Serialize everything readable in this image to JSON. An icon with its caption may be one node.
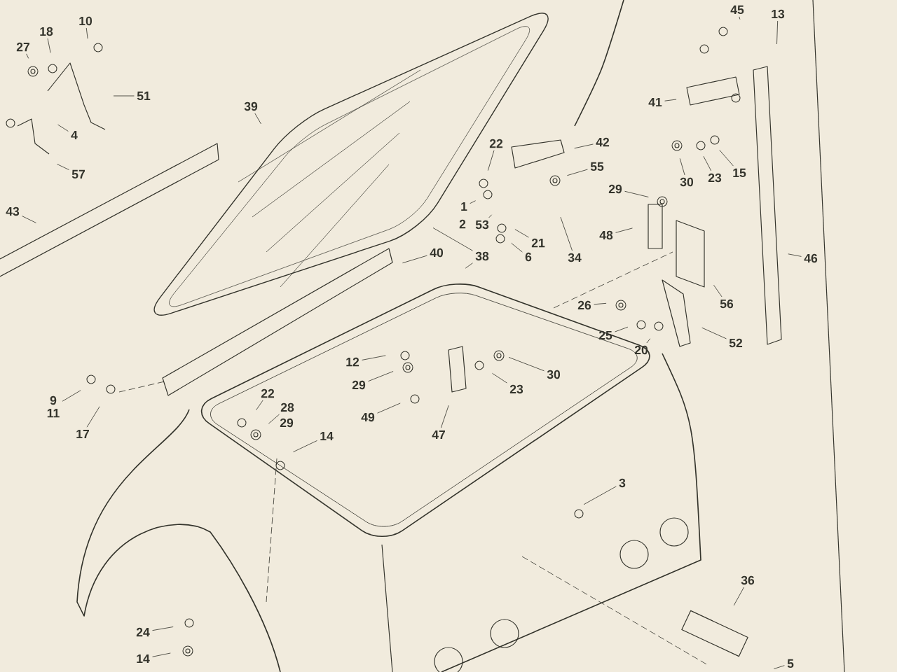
{
  "diagram": {
    "nodes": [
      {
        "text": [
          "27"
        ]
      },
      {
        "text": [
          "18"
        ]
      },
      {
        "text": [
          "10"
        ]
      },
      {
        "text": [
          "51"
        ]
      },
      {
        "text": [
          "4"
        ]
      },
      {
        "text": [
          "57"
        ]
      },
      {
        "text": [
          "43"
        ]
      },
      {
        "text": [
          "39"
        ]
      },
      {
        "text": [
          "22"
        ]
      },
      {
        "text": [
          "42"
        ]
      },
      {
        "text": [
          "55"
        ]
      },
      {
        "text": [
          "41"
        ]
      },
      {
        "text": [
          "45"
        ]
      },
      {
        "text": [
          "13"
        ]
      },
      {
        "text": [
          "30"
        ]
      },
      {
        "text": [
          "23"
        ]
      },
      {
        "text": [
          "15"
        ]
      },
      {
        "text": [
          "29"
        ]
      },
      {
        "text": [
          "1"
        ]
      },
      {
        "text": [
          "53"
        ]
      },
      {
        "text": [
          "21"
        ]
      },
      {
        "text": [
          "6"
        ]
      },
      {
        "text": [
          "34"
        ]
      },
      {
        "text": [
          "48"
        ]
      },
      {
        "text": [
          "40"
        ]
      },
      {
        "text": [
          "38"
        ]
      },
      {
        "text": [
          "46"
        ]
      },
      {
        "text": [
          "56"
        ]
      },
      {
        "text": [
          "26"
        ]
      },
      {
        "text": [
          "25"
        ]
      },
      {
        "text": [
          "20"
        ]
      },
      {
        "text": [
          "52"
        ]
      },
      {
        "text": [
          "12"
        ]
      },
      {
        "text": [
          "29"
        ]
      },
      {
        "text": [
          "30"
        ]
      },
      {
        "text": [
          "23"
        ]
      },
      {
        "text": [
          "49"
        ]
      },
      {
        "text": [
          "47"
        ]
      },
      {
        "text": [
          "9",
          "11"
        ]
      },
      {
        "text": [
          "17"
        ]
      },
      {
        "text": [
          "22"
        ]
      },
      {
        "text": [
          "28"
        ]
      },
      {
        "text": [
          "14"
        ]
      },
      {
        "text": [
          "3"
        ]
      },
      {
        "text": [
          "24"
        ]
      },
      {
        "text": [
          "14"
        ]
      },
      {
        "text": [
          "36"
        ]
      },
      {
        "text": [
          "5"
        ]
      }
    ],
    "edges": [
      {
        "from": 0,
        "to": null,
        "arrow": "none"
      },
      {
        "from": 1,
        "to": null,
        "arrow": "none"
      },
      {
        "from": 2,
        "to": null,
        "arrow": "none"
      },
      {
        "from": 3,
        "to": null,
        "arrow": "none"
      },
      {
        "from": 4,
        "to": null,
        "arrow": "none"
      },
      {
        "from": 5,
        "to": null,
        "arrow": "none"
      },
      {
        "from": 6,
        "to": null,
        "arrow": "none"
      },
      {
        "from": 7,
        "to": null,
        "arrow": "none"
      },
      {
        "from": 8,
        "to": null,
        "arrow": "none"
      },
      {
        "from": 9,
        "to": null,
        "arrow": "none"
      },
      {
        "from": 10,
        "to": null,
        "arrow": "none"
      },
      {
        "from": 11,
        "to": null,
        "arrow": "none"
      },
      {
        "from": 12,
        "to": null,
        "arrow": "none"
      },
      {
        "from": 13,
        "to": null,
        "arrow": "none"
      },
      {
        "from": 14,
        "to": null,
        "arrow": "none"
      },
      {
        "from": 15,
        "to": null,
        "arrow": "none"
      },
      {
        "from": 16,
        "to": null,
        "arrow": "none"
      },
      {
        "from": 17,
        "to": null,
        "arrow": "none"
      },
      {
        "from": 18,
        "to": null,
        "arrow": "none"
      },
      {
        "from": 19,
        "to": null,
        "arrow": "none"
      },
      {
        "from": 20,
        "to": null,
        "arrow": "none"
      },
      {
        "from": 21,
        "to": null,
        "arrow": "none"
      },
      {
        "from": 22,
        "to": null,
        "arrow": "none"
      },
      {
        "from": 23,
        "to": null,
        "arrow": "none"
      },
      {
        "from": 24,
        "to": null,
        "arrow": "none"
      },
      {
        "from": 25,
        "to": null,
        "arrow": "none"
      },
      {
        "from": 25,
        "to": null,
        "arrow": "none"
      },
      {
        "from": 26,
        "to": null,
        "arrow": "none"
      },
      {
        "from": 27,
        "to": null,
        "arrow": "none"
      },
      {
        "from": 28,
        "to": null,
        "arrow": "none"
      },
      {
        "from": 29,
        "to": null,
        "arrow": "none"
      },
      {
        "from": 30,
        "to": null,
        "arrow": "none"
      },
      {
        "from": 31,
        "to": null,
        "arrow": "none"
      },
      {
        "from": 32,
        "to": null,
        "arrow": "none"
      },
      {
        "from": 33,
        "to": null,
        "arrow": "none"
      },
      {
        "from": 34,
        "to": null,
        "arrow": "none"
      },
      {
        "from": 35,
        "to": null,
        "arrow": "none"
      },
      {
        "from": 36,
        "to": null,
        "arrow": "none"
      },
      {
        "from": 37,
        "to": null,
        "arrow": "none"
      },
      {
        "from": 38,
        "to": null,
        "arrow": "none"
      },
      {
        "from": 39,
        "to": null,
        "arrow": "none"
      },
      {
        "from": 40,
        "to": null,
        "arrow": "none"
      },
      {
        "from": 41,
        "to": null,
        "arrow": "none"
      },
      {
        "from": 42,
        "to": null,
        "arrow": "none"
      },
      {
        "from": 43,
        "to": null,
        "arrow": "none"
      },
      {
        "from": 44,
        "to": null,
        "arrow": "none"
      },
      {
        "from": 45,
        "to": null,
        "arrow": "none"
      },
      {
        "from": 46,
        "to": null,
        "arrow": "none"
      },
      {
        "from": 47,
        "to": null,
        "arrow": "none"
      }
    ],
    "labels": [
      "2",
      "29"
    ]
  }
}
